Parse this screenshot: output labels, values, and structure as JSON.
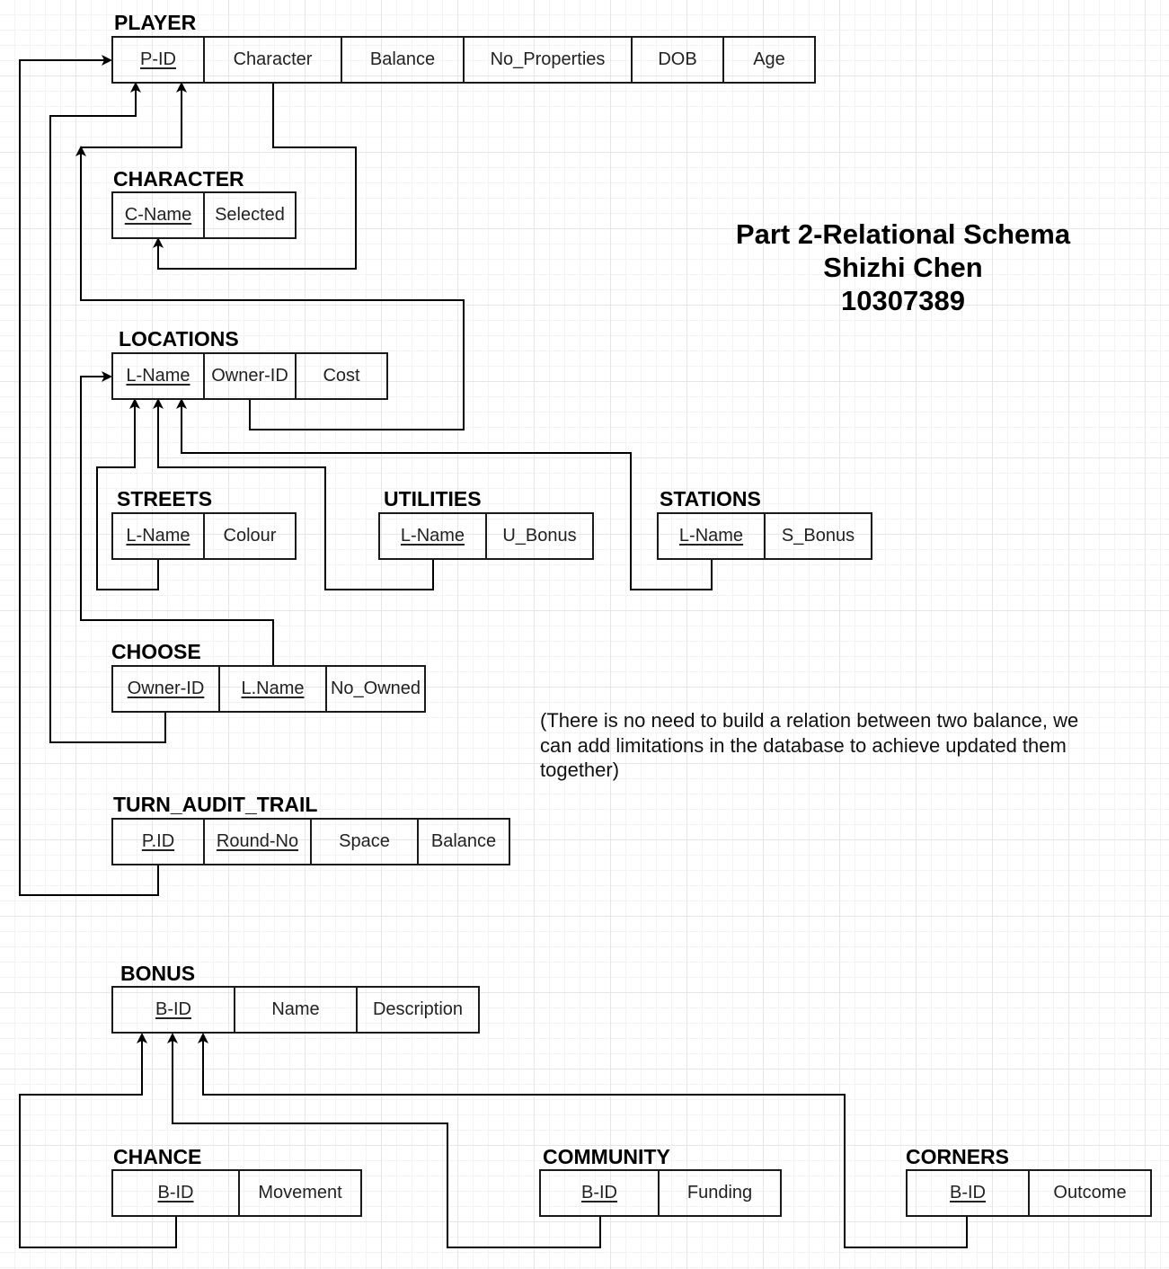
{
  "title": {
    "line1": "Part 2-Relational Schema",
    "line2": "Shizhi Chen",
    "line3": "10307389"
  },
  "note": "(There is no need to build a relation between two balance, we can add limitations in the database to achieve updated them together)",
  "tables": {
    "player": {
      "name": "PLAYER",
      "fields": [
        "P-ID",
        "Character",
        "Balance",
        "No_Properties",
        "DOB",
        "Age"
      ]
    },
    "character": {
      "name": "CHARACTER",
      "fields": [
        "C-Name",
        "Selected"
      ]
    },
    "locations": {
      "name": "LOCATIONS",
      "fields": [
        "L-Name",
        "Owner-ID",
        "Cost"
      ]
    },
    "streets": {
      "name": "STREETS",
      "fields": [
        "L-Name",
        "Colour"
      ]
    },
    "utilities": {
      "name": "UTILITIES",
      "fields": [
        "L-Name",
        "U_Bonus"
      ]
    },
    "stations": {
      "name": "STATIONS",
      "fields": [
        "L-Name",
        "S_Bonus"
      ]
    },
    "choose": {
      "name": "CHOOSE",
      "fields": [
        "Owner-ID",
        "L.Name",
        "No_Owned"
      ]
    },
    "turn_audit_trail": {
      "name": "TURN_AUDIT_TRAIL",
      "fields": [
        "P.ID",
        "Round-No",
        "Space",
        "Balance"
      ]
    },
    "bonus": {
      "name": "BONUS",
      "fields": [
        "B-ID",
        "Name",
        "Description"
      ]
    },
    "chance": {
      "name": "CHANCE",
      "fields": [
        "B-ID",
        "Movement"
      ]
    },
    "community": {
      "name": "COMMUNITY",
      "fields": [
        "B-ID",
        "Funding"
      ]
    },
    "corners": {
      "name": "CORNERS",
      "fields": [
        "B-ID",
        "Outcome"
      ]
    }
  }
}
